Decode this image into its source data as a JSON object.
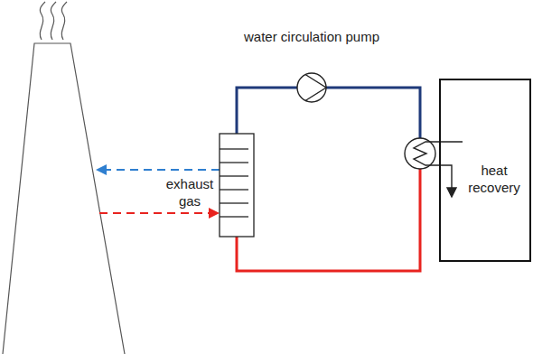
{
  "diagram": {
    "nodes": [
      {
        "text": [
          "heat recovery"
        ]
      }
    ],
    "labels": [
      "water circulation pump",
      "exhaust gas"
    ]
  }
}
